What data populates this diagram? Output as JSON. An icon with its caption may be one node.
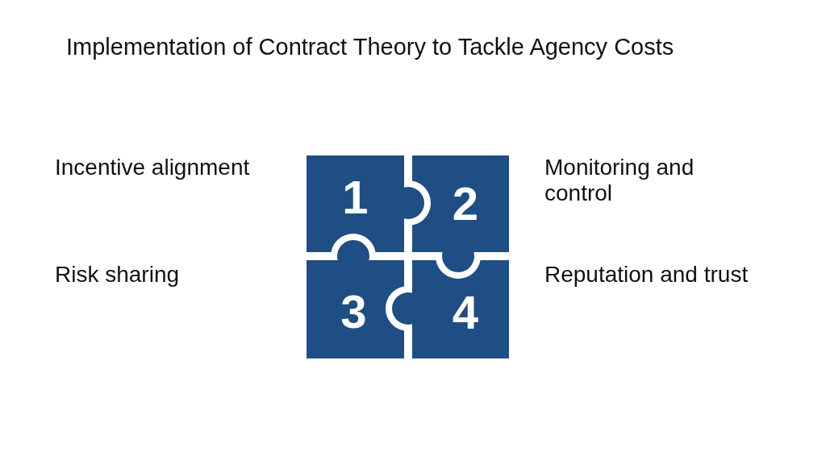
{
  "diagram": {
    "title": "Implementation of Contract Theory to Tackle Agency Costs",
    "nodes": [
      {
        "text": [
          "1"
        ]
      },
      {
        "text": [
          "2"
        ]
      },
      {
        "text": [
          "3"
        ]
      },
      {
        "text": [
          "4"
        ]
      }
    ],
    "labels": [
      "Incentive alignment",
      "Monitoring and control",
      "Risk sharing",
      "Reputation and trust"
    ]
  }
}
